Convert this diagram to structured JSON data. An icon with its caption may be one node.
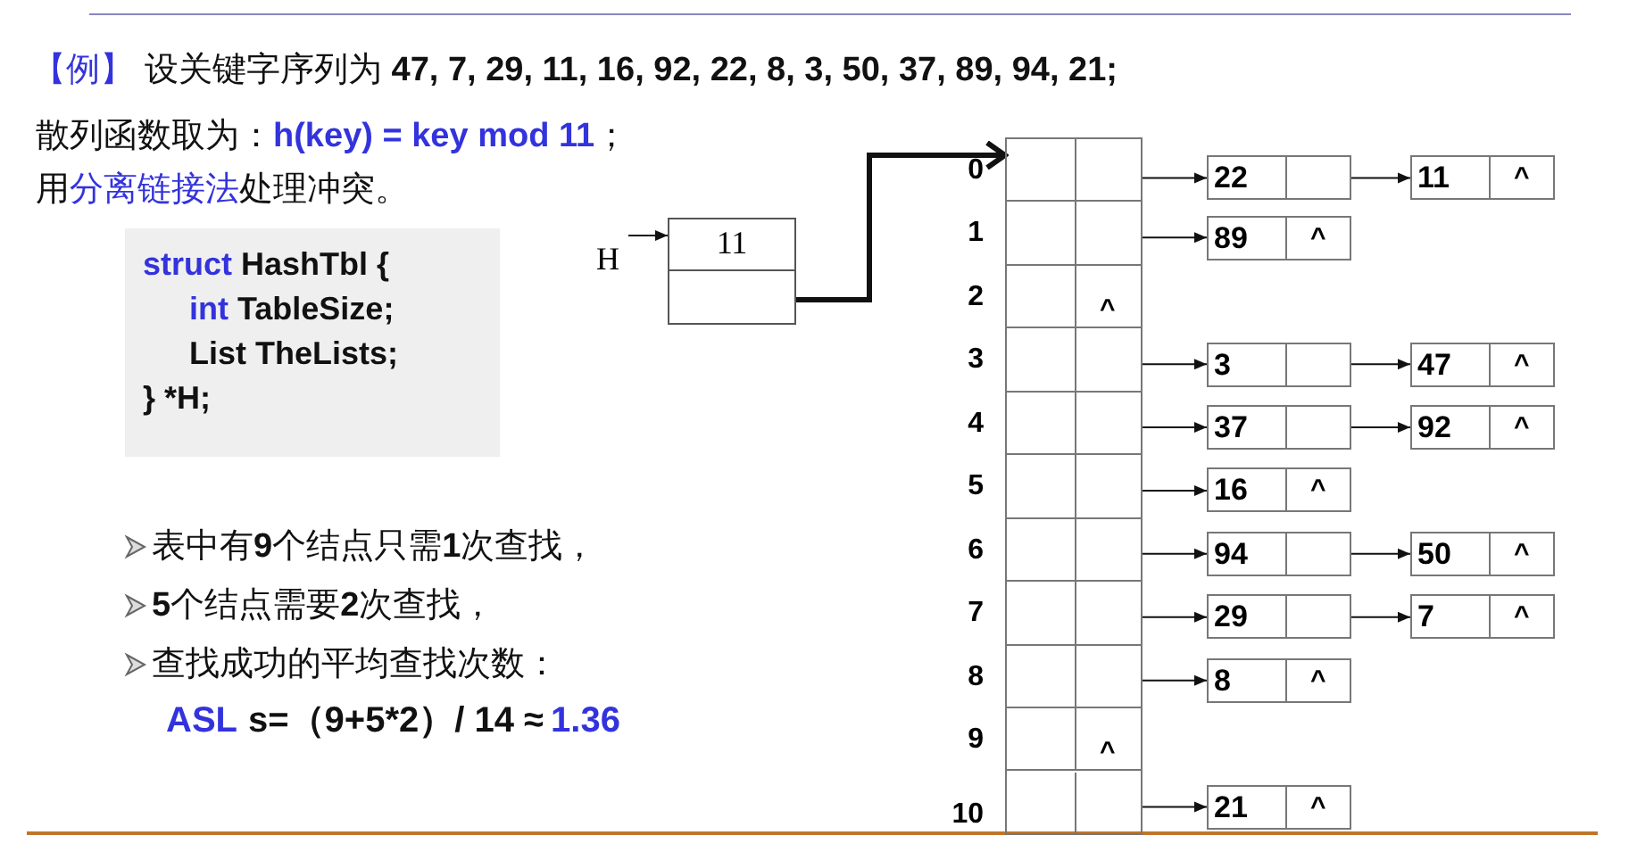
{
  "diagram": {
    "nodes": [
      {
        "text": [
          "struct HashTbl {",
          "int TableSize;",
          "List TheLists;",
          "} *H;"
        ]
      },
      {
        "text": [
          "H"
        ]
      },
      {
        "text": [
          "11"
        ]
      },
      {
        "text": [],
        "shape": "box"
      },
      {
        "text": [],
        "shape": "box",
        "in": 3,
        "beside": [
          "0"
        ]
      },
      {
        "text": [],
        "shape": "box",
        "in": 3,
        "beside": [
          "1"
        ]
      },
      {
        "text": [
          "^"
        ],
        "in": 3,
        "beside": [
          "2"
        ]
      },
      {
        "text": [],
        "shape": "box",
        "in": 3,
        "beside": [
          "3"
        ]
      },
      {
        "text": [],
        "shape": "box",
        "in": 3,
        "beside": [
          "4"
        ]
      },
      {
        "text": [],
        "shape": "box",
        "in": 3,
        "beside": [
          "5"
        ]
      },
      {
        "text": [],
        "shape": "box",
        "in": 3,
        "beside": [
          "6"
        ]
      },
      {
        "text": [],
        "shape": "box",
        "in": 3,
        "beside": [
          "7"
        ]
      },
      {
        "text": [],
        "shape": "box",
        "in": 3,
        "beside": [
          "8"
        ]
      },
      {
        "text": [
          "^"
        ],
        "in": 3,
        "beside": [
          "9"
        ]
      },
      {
        "text": [],
        "shape": "box",
        "in": 3,
        "beside": [
          "10"
        ]
      },
      {
        "text": [
          "22"
        ]
      },
      {
        "text": [
          "11",
          "^"
        ]
      },
      {
        "text": [
          "89",
          "^"
        ]
      },
      {
        "text": [
          "3"
        ]
      },
      {
        "text": [
          "47",
          "^"
        ]
      },
      {
        "text": [
          "37"
        ]
      },
      {
        "text": [
          "92",
          "^"
        ]
      },
      {
        "text": [
          "16",
          "^"
        ]
      },
      {
        "text": [
          "94"
        ]
      },
      {
        "text": [
          "50",
          "^"
        ]
      },
      {
        "text": [
          "29"
        ]
      },
      {
        "text": [
          "7",
          "^"
        ]
      },
      {
        "text": [
          "8",
          "^"
        ]
      },
      {
        "text": [
          "21",
          "^"
        ]
      }
    ],
    "edges": [
      {
        "from": 1,
        "to": 2,
        "arrow": "to"
      },
      {
        "from": 2,
        "to": 3,
        "arrow": "to",
        "style": "thick"
      },
      {
        "from": 4,
        "to": 15,
        "arrow": "to"
      },
      {
        "from": 15,
        "to": 16,
        "arrow": "to"
      },
      {
        "from": 5,
        "to": 17,
        "arrow": "to"
      },
      {
        "from": 7,
        "to": 18,
        "arrow": "to"
      },
      {
        "from": 18,
        "to": 19,
        "arrow": "to"
      },
      {
        "from": 8,
        "to": 20,
        "arrow": "to"
      },
      {
        "from": 20,
        "to": 21,
        "arrow": "to"
      },
      {
        "from": 9,
        "to": 22,
        "arrow": "to"
      },
      {
        "from": 10,
        "to": 23,
        "arrow": "to"
      },
      {
        "from": 23,
        "to": 24,
        "arrow": "to"
      },
      {
        "from": 11,
        "to": 25,
        "arrow": "to"
      },
      {
        "from": 25,
        "to": 26,
        "arrow": "to"
      },
      {
        "from": 12,
        "to": 27,
        "arrow": "to"
      },
      {
        "from": 14,
        "to": 28,
        "arrow": "to"
      }
    ],
    "labels": [
      "【例】",
      "设关键字序列为 **47, 7, 29, 11, 16, 92, 22, 8, 3, 50, 37, 89, 94, 21;**",
      "散列函数取为：",
      "h(key) = key mod 11",
      "；",
      "用",
      "分离链接法",
      "处理冲突。",
      "表中有**9**个结点只需**1**次查找，",
      "**5**个结点需要**2**次查找，",
      "查找成功的平均查找次数：",
      "ASL",
      "s=（9+5*2）/ 14 ≈",
      "1.36"
    ]
  }
}
